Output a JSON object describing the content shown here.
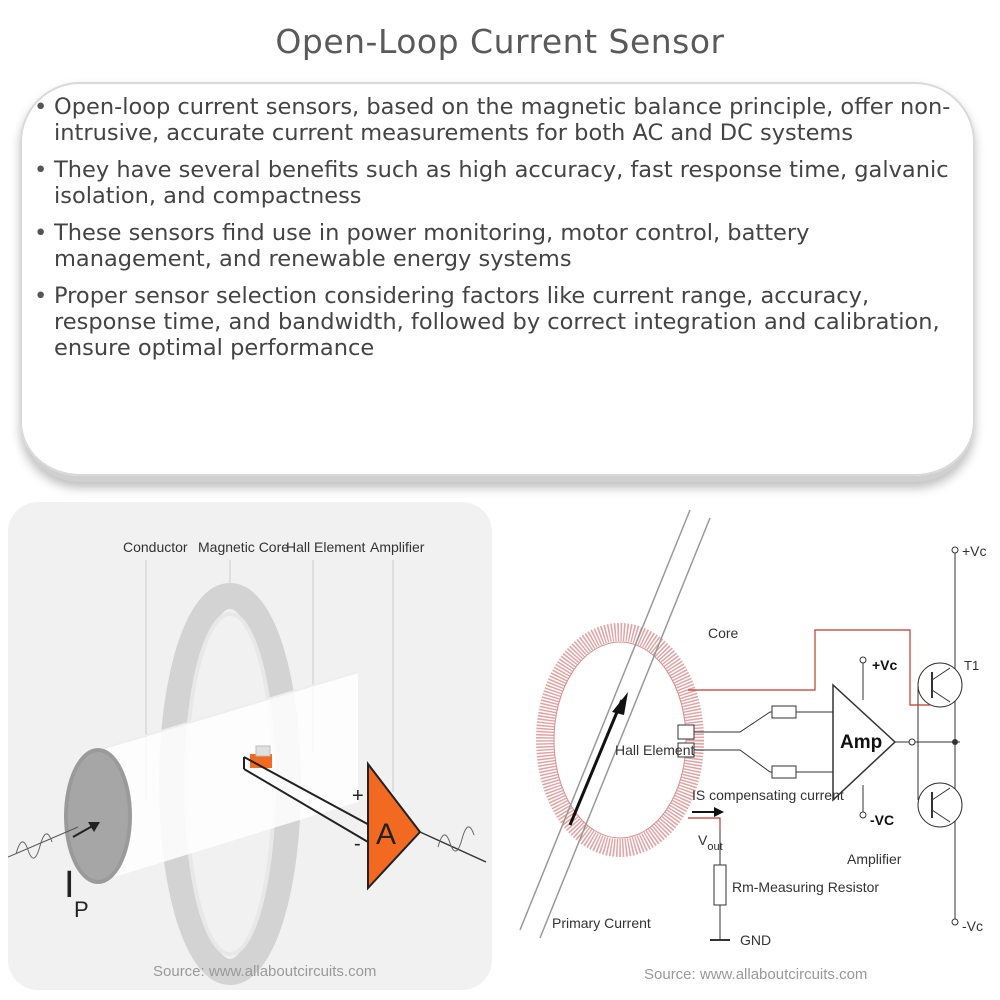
{
  "title": "Open-Loop Current Sensor",
  "bullets": [
    "Open-loop current sensors, based on the magnetic balance principle, offer non-intrusive, accurate current measurements for both AC and DC systems",
    "They have several benefits such as high accuracy, fast response time, galvanic isolation, and compactness",
    "These sensors find use in power monitoring, motor control, battery management, and renewable energy systems",
    "Proper sensor selection considering factors like current range, accuracy, response time, and bandwidth, followed by correct integration and calibration, ensure optimal performance"
  ],
  "left_figure": {
    "labels": {
      "conductor": "Conductor",
      "magnetic_core": "Magnetic Core",
      "hall_element": "Hall Element",
      "amplifier": "Amplifier",
      "plus": "+",
      "minus": "-",
      "amp_letter": "A",
      "current_i": "I",
      "current_p": "P"
    },
    "source": "Source: www.allaboutcircuits.com",
    "colors": {
      "accent": "#f26a21",
      "core": "#d6d6d6"
    }
  },
  "right_figure": {
    "labels": {
      "core": "Core",
      "hall_element": "Hall Element",
      "compensating": "IS compensating current",
      "vout_v": "V",
      "vout_sub": "out",
      "rm": "Rm-Measuring Resistor",
      "gnd": "GND",
      "primary": "Primary Current",
      "amp": "Amp",
      "plus_vc_amp": "+Vc",
      "minus_vc_amp": "-VC",
      "amplifier": "Amplifier",
      "plus_vc_top": "+Vc",
      "minus_vc_bottom": "-Vc",
      "t1": "T1"
    },
    "source": "Source: www.allaboutcircuits.com",
    "colors": {
      "coil": "#d98c8c",
      "wire_red": "#c0392b"
    }
  }
}
